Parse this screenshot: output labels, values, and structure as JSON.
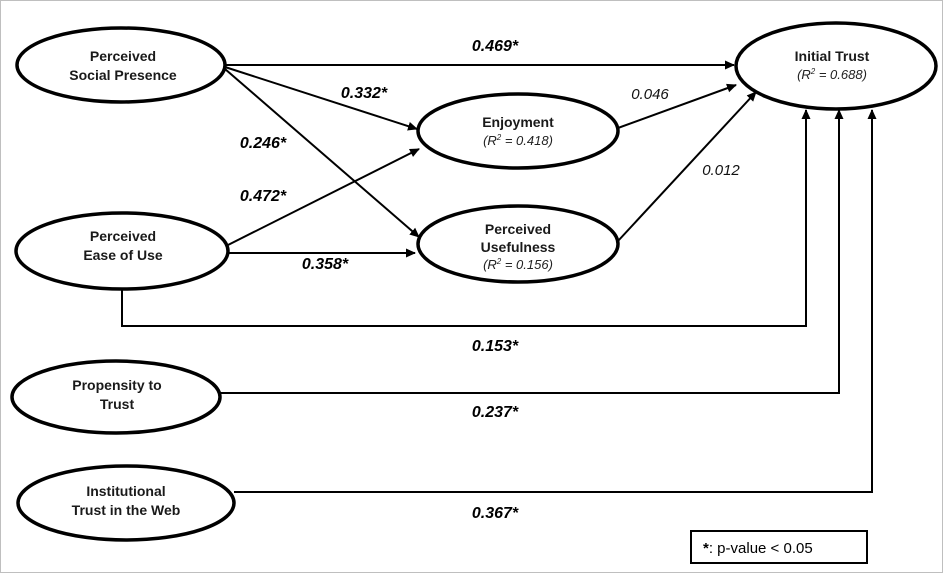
{
  "nodes": {
    "social_presence": {
      "line1": "Perceived",
      "line2": "Social Presence"
    },
    "ease_of_use": {
      "line1": "Perceived",
      "line2": "Ease of Use"
    },
    "propensity": {
      "line1": "Propensity to",
      "line2": "Trust"
    },
    "institutional": {
      "line1": "Institutional",
      "line2": "Trust in the Web"
    },
    "enjoyment": {
      "label": "Enjoyment",
      "r2_prefix": "(R",
      "r2_sup": "2",
      "r2_suffix": " = 0.418)"
    },
    "usefulness": {
      "line1": "Perceived",
      "line2": "Usefulness",
      "r2_prefix": "(R",
      "r2_sup": "2",
      "r2_suffix": " = 0.156)"
    },
    "initial_trust": {
      "label": "Initial Trust",
      "r2_prefix": "(R",
      "r2_sup": "2",
      "r2_suffix": " = 0.688)"
    }
  },
  "paths": {
    "sp_to_trust": "0.469*",
    "sp_to_enjoyment": "0.332*",
    "sp_to_usefulness": "0.246*",
    "eou_to_enjoyment": "0.472*",
    "eou_to_usefulness": "0.358*",
    "enjoyment_to_trust": "0.046",
    "usefulness_to_trust": "0.012",
    "eou_to_trust": "0.153*",
    "propensity_to_trust": "0.237*",
    "institutional_to_trust": "0.367*"
  },
  "legend": {
    "star": "*",
    "text": ": p-value < 0.05"
  }
}
